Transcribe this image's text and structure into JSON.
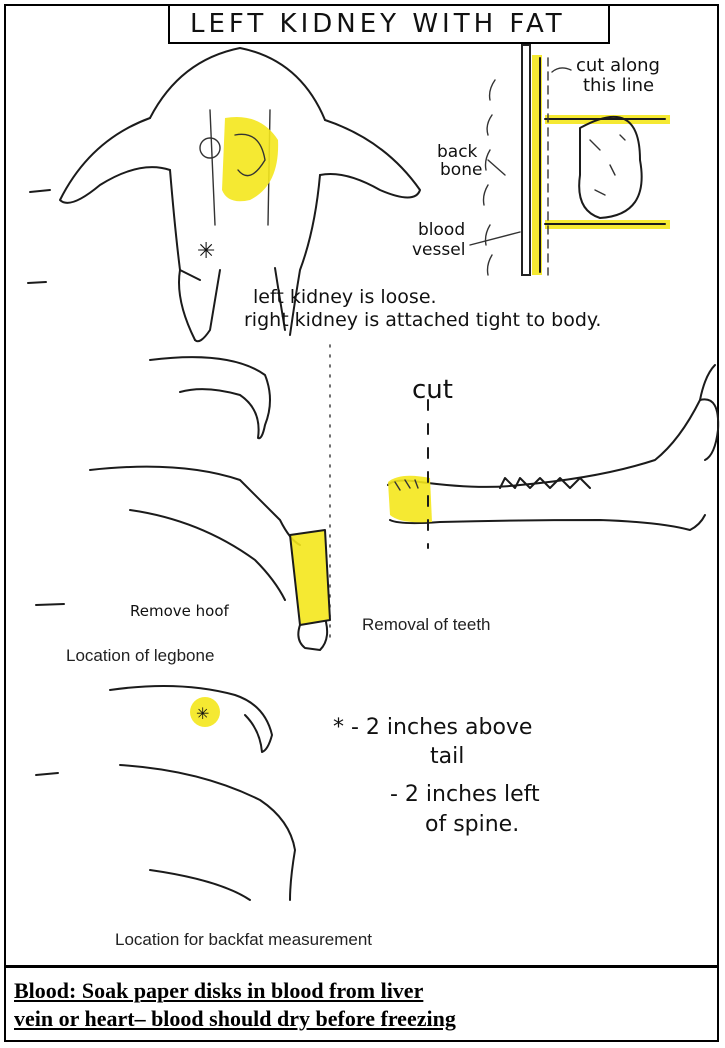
{
  "title": "LEFT KIDNEY WITH FAT",
  "kidney_panel": {
    "cut_label_line1": "cut along",
    "cut_label_line2": "this line",
    "backbone_line1": "back",
    "backbone_line2": "bone",
    "vessel_line1": "blood",
    "vessel_line2": "vessel",
    "note_line1": "left kidney is loose.",
    "note_line2": "right kidney is attached tight to body."
  },
  "legbone_panel": {
    "remove_hoof": "Remove hoof",
    "caption": "Location of legbone"
  },
  "teeth_panel": {
    "cut_label": "cut",
    "caption": "Removal of teeth"
  },
  "backfat_panel": {
    "note_line1": "* - 2 inches above",
    "note_line2": "tail",
    "note_line3": "- 2 inches left",
    "note_line4": "of spine.",
    "caption": "Location for backfat measurement"
  },
  "footer": {
    "line1": "Blood: Soak paper disks in blood from liver",
    "line2": "vein or heart– blood should dry before freezing"
  },
  "colors": {
    "highlight": "#f4e71c",
    "ink": "#1b1b1b"
  }
}
